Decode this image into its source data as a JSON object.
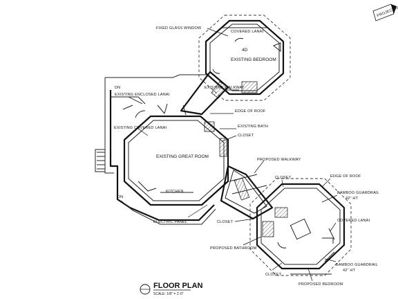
{
  "labels": {
    "fixed_glass_window": "FIXED GLASS WINDOW",
    "covered_lanai": "COVERED LANAI",
    "existing_bedroom": "EXISTING BEDROOM",
    "existing_bedroom_no": "4D",
    "existing_walkway": "EXISTING WALKWAY",
    "existing_enclosed_lanai": "EXISTING ENCLOSED LANAI",
    "existing_covered_lanai": "EXISTING COVERED LANAI",
    "edge_of_roof_1": "EDGE OF ROOF",
    "existing_bath": "EXISTING BATH",
    "closet_1": "CLOSET",
    "existing_great_room": "EXISTING GREAT ROOM",
    "kitchen": "KITCHEN",
    "electric_panel": "ELECTRIC PANEL",
    "proposed_walkway": "PROPOSED WALKWAY",
    "closet_2": "CLOSET",
    "closet_3": "CLOSET",
    "edge_of_roof_2": "EDGE OF ROOF",
    "bamboo_guardrail_1": "BAMBOO GUARDRAIL",
    "bamboo_guardrail_1_h": "42\" HT",
    "covered_lanai_2": "COVERED LANAI",
    "proposed_bathroom": "PROPOSED BATHROOM",
    "closet_4": "CLOSET",
    "bamboo_guardrail_2": "BAMBOO GUARDRAIL",
    "bamboo_guardrail_2_h": "42\" HT",
    "proposed_bedroom": "PROPOSED BEDROOM",
    "dn_1": "DN",
    "dn_2": "DN",
    "project_north": "PROJECT NORTH"
  },
  "title": {
    "main": "FLOOR PLAN",
    "scale": "SCALE: 1/8\" = 1'-0\""
  }
}
